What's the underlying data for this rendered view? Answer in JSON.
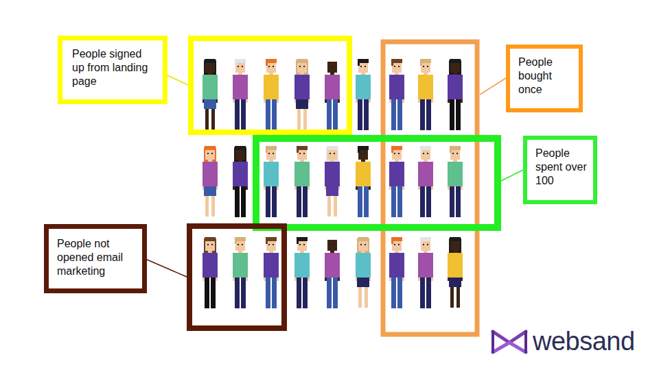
{
  "diagram": {
    "nodes": [
      {
        "text": [
          "People signed up from landing page"
        ]
      },
      {
        "text": [
          "People bought once"
        ]
      },
      {
        "text": [
          "People spent over 100"
        ]
      },
      {
        "text": [
          "People not opened email marketing"
        ]
      }
    ],
    "labels": [
      "websand"
    ]
  }
}
